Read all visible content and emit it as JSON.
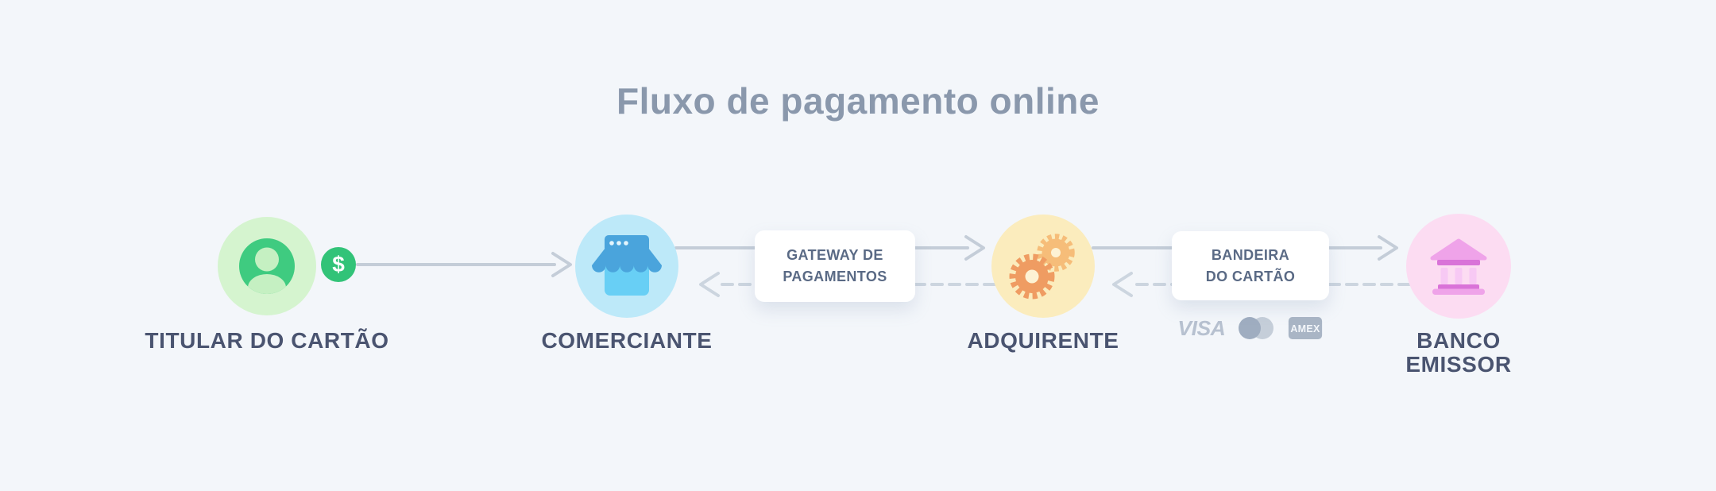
{
  "title": "Fluxo de pagamento online",
  "diagram": {
    "nodes": [
      {
        "id": "cardholder",
        "label": "TITULAR DO CARTÃO",
        "icon": "user-icon",
        "badge": "$",
        "badge_icon": "dollar-badge-icon",
        "accent_color": "#3fcb80",
        "bg_color": "#d5f4cf"
      },
      {
        "id": "merchant",
        "label": "COMERCIANTE",
        "icon": "storefront-icon",
        "accent_color": "#4aa4dc",
        "bg_color": "#bde9f9"
      },
      {
        "id": "acquirer",
        "label": "ADQUIRENTE",
        "icon": "gears-icon",
        "accent_color": "#ef9c62",
        "bg_color": "#fbecbd"
      },
      {
        "id": "issuer",
        "label": "BANCO EMISSOR",
        "label_lines": [
          "BANCO",
          "EMISSOR"
        ],
        "icon": "bank-icon",
        "accent_color": "#ef9fe9",
        "bg_color": "#fcdcf2"
      }
    ],
    "connectors": [
      {
        "id": "gateway",
        "lines": [
          "GATEWAY DE",
          "PAGAMENTOS"
        ],
        "between": [
          "merchant",
          "acquirer"
        ]
      },
      {
        "id": "card-scheme",
        "lines": [
          "BANDEIRA",
          "DO CARTÃO"
        ],
        "between": [
          "acquirer",
          "issuer"
        ]
      }
    ],
    "edges": [
      {
        "from": "cardholder",
        "to": "merchant",
        "style": "solid"
      },
      {
        "from": "merchant",
        "to": "acquirer",
        "style": "solid"
      },
      {
        "from": "acquirer",
        "to": "merchant",
        "style": "dashed"
      },
      {
        "from": "acquirer",
        "to": "issuer",
        "style": "solid"
      },
      {
        "from": "issuer",
        "to": "acquirer",
        "style": "dashed"
      }
    ],
    "card_schemes": {
      "visa": "VISA",
      "mastercard_icon": "mastercard-circles-icon",
      "amex": "AMEX"
    }
  },
  "colors": {
    "background": "#f3f6fa",
    "title_text": "#8a98ac",
    "node_label_text": "#4a5470",
    "connector_text": "#5a6a85",
    "solid_line": "#c4cdd8",
    "dashed_line": "#ccd5df",
    "logo_gray": "#a9b5c5"
  }
}
